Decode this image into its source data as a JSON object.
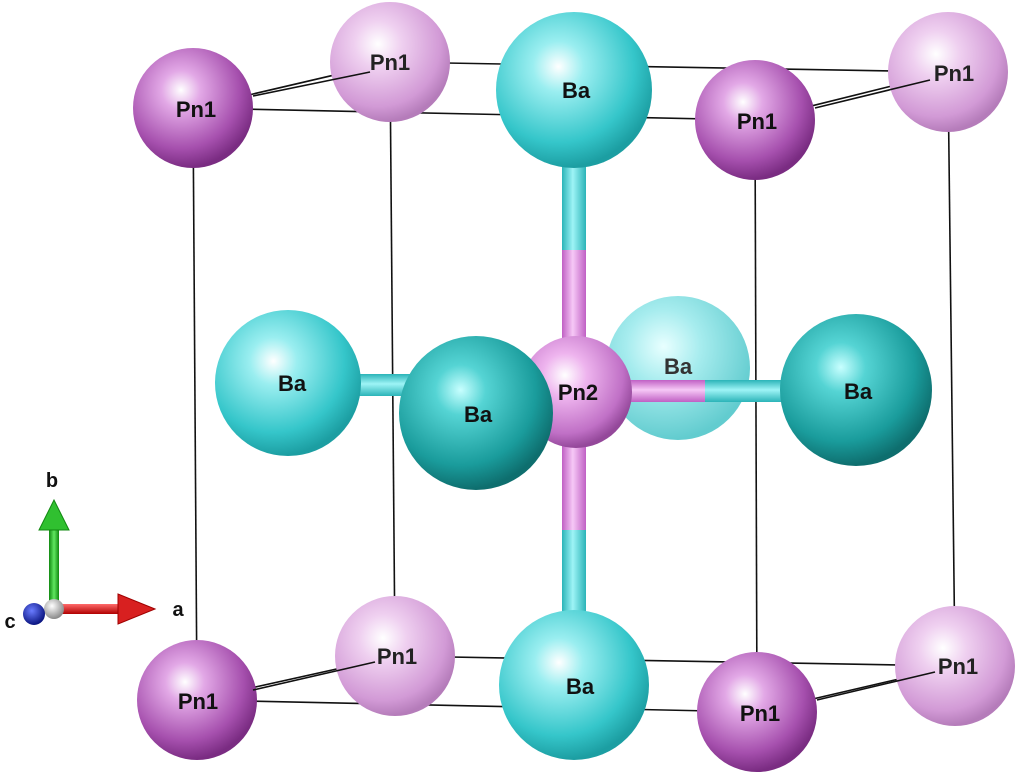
{
  "colors": {
    "pn1_dark": "#b055b8",
    "pn1_light": "#d8a0dc",
    "ba": "#3ad0d4",
    "ba_dark": "#1ea0a0",
    "pn2": "#c878cc",
    "bond_ba": "#4fd8dc",
    "bond_pn": "#dc88dc",
    "axis_a": "#e02020",
    "axis_b": "#20c020",
    "axis_c": "#1020b0"
  },
  "labels": {
    "pn1": "Pn1",
    "pn2": "Pn2",
    "ba": "Ba"
  },
  "axes": {
    "a": "a",
    "b": "b",
    "c": "c"
  }
}
